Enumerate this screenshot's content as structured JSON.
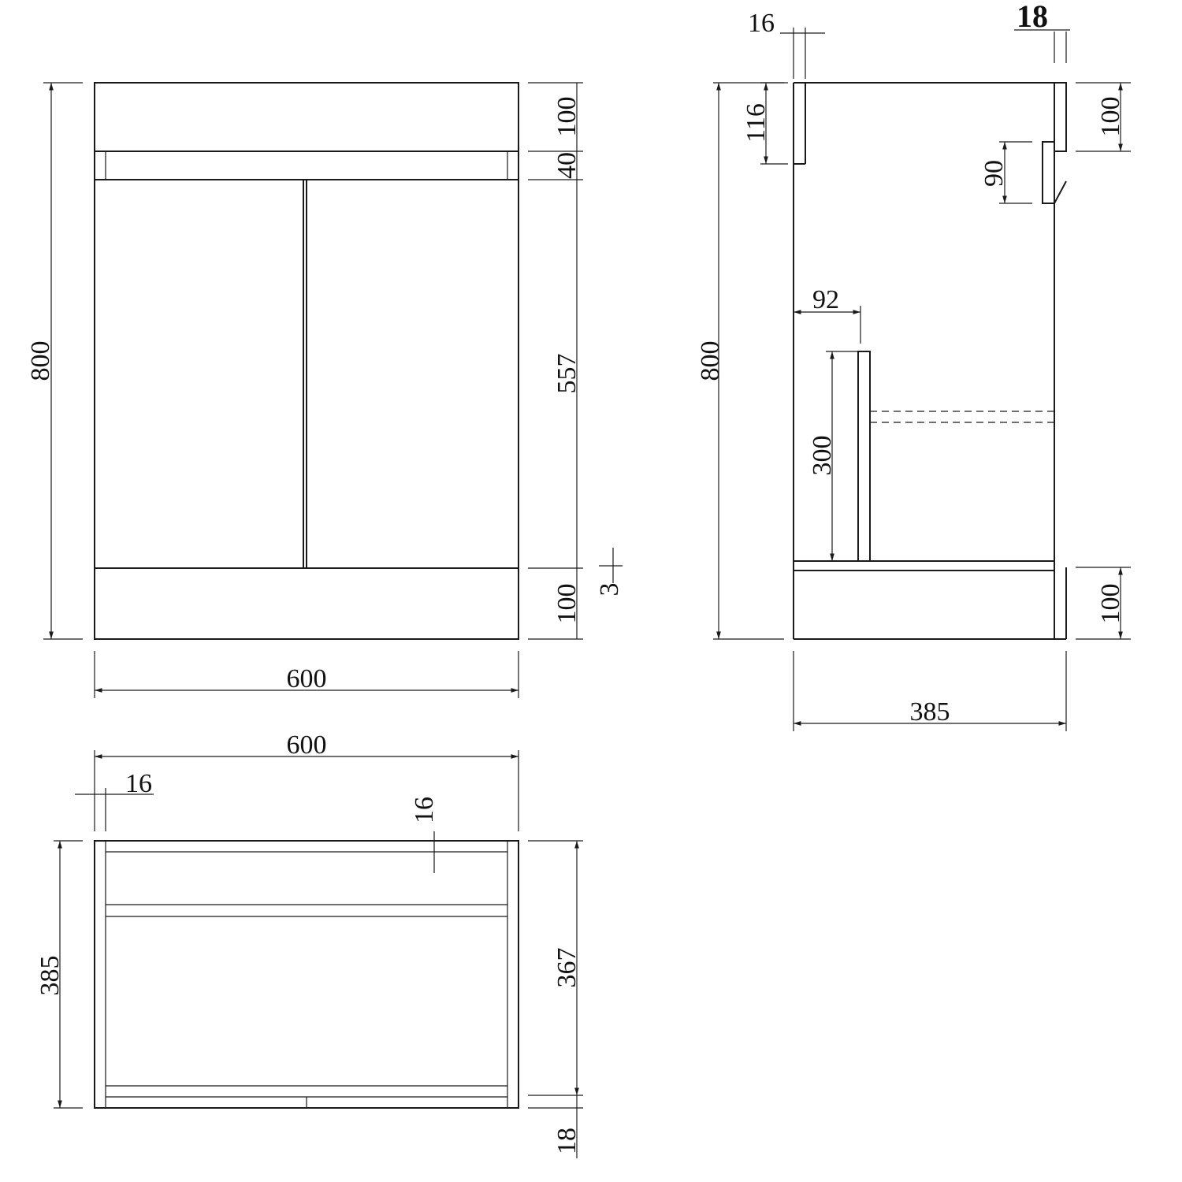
{
  "front_view": {
    "height_total": "800",
    "width_total": "600",
    "top_band": "100",
    "rail": "40",
    "doors": "557",
    "plinth": "100",
    "door_gap": "3"
  },
  "side_view": {
    "panel_thickness": "16",
    "back_thickness": "18",
    "top_rail": "116",
    "top_band": "100",
    "notch": "90",
    "height_total": "800",
    "shelf_offset": "92",
    "shelf_height": "300",
    "plinth": "100",
    "depth_total": "385"
  },
  "plan_view": {
    "width_total": "600",
    "side_thickness": "16",
    "rail_thickness": "16",
    "depth_total": "385",
    "inner_depth": "367",
    "base_thickness": "18"
  }
}
